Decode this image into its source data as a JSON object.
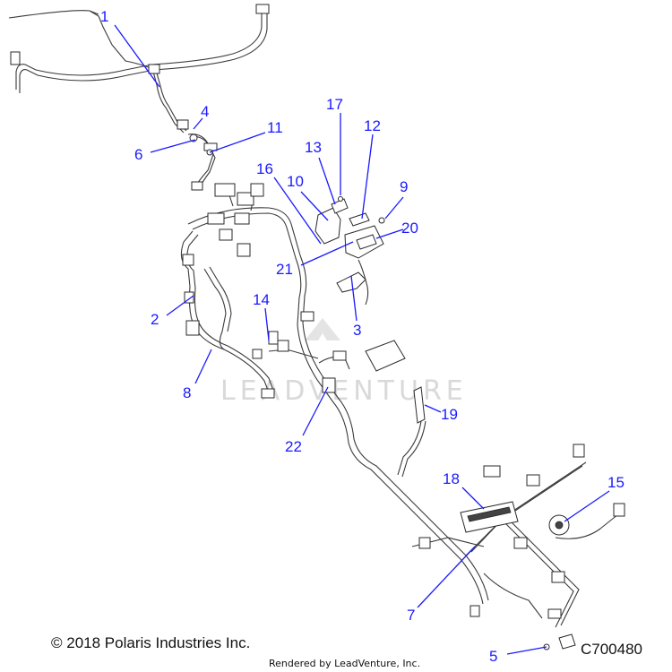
{
  "diagram": {
    "callouts": [
      "1",
      "2",
      "3",
      "4",
      "5",
      "6",
      "7",
      "8",
      "9",
      "10",
      "11",
      "12",
      "13",
      "14",
      "15",
      "16",
      "17",
      "18",
      "19",
      "20",
      "21",
      "22"
    ],
    "watermark": "LEADVENTURE",
    "copyright": "© 2018 Polaris Industries Inc.",
    "rendered_by": "Rendered by LeadVenture, Inc.",
    "diagram_code": "C700480",
    "colors": {
      "callout": "#1a1aff",
      "line_art": "#2a2a2a",
      "watermark": "#d9d9d9"
    }
  }
}
